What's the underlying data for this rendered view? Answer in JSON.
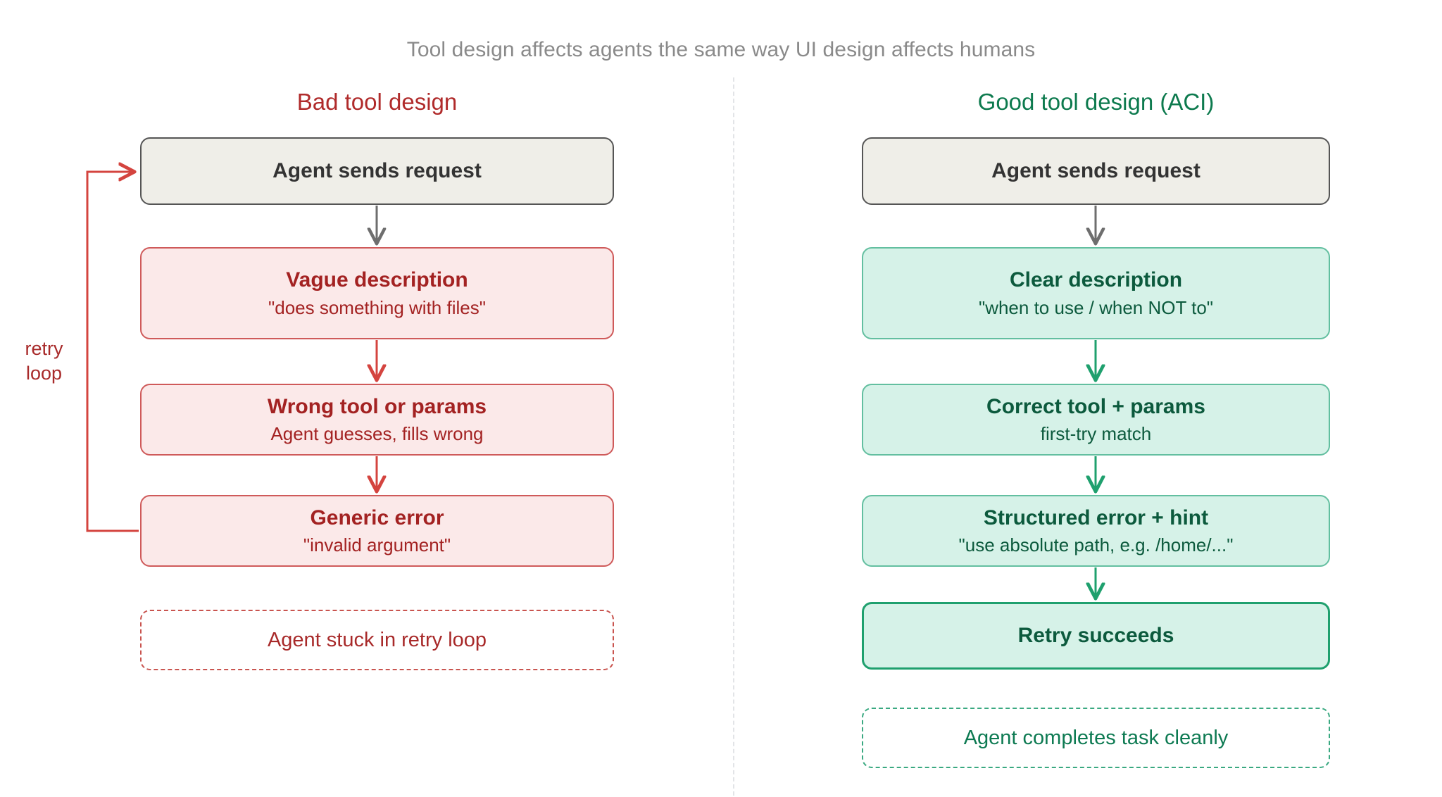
{
  "title": "Tool design affects agents the same way UI design affects humans",
  "divider": {
    "style": "dashed-vertical"
  },
  "colors": {
    "title_text": "#8a8a8a",
    "bad_accent": "#b02b2b",
    "good_accent": "#0d7a4e",
    "neutral_fill": "#efeee8",
    "neutral_border": "#555555",
    "bad_fill": "#fbe9e9",
    "bad_border": "#cf5a5a",
    "bad_text": "#a32222",
    "good_fill": "#d6f2e8",
    "good_border": "#63bfa0",
    "good_text": "#0c5a3d",
    "good_strong_border": "#1fa06e",
    "arrow_gray": "#6e6e6e",
    "arrow_red": "#d4443f",
    "arrow_green": "#1fa06e",
    "divider": "#e2e4e7"
  },
  "columns": {
    "bad": {
      "header": "Bad tool design",
      "nodes": [
        {
          "title": "Agent sends request",
          "sub": ""
        },
        {
          "title": "Vague description",
          "sub": "\"does something with files\""
        },
        {
          "title": "Wrong tool or params",
          "sub": "Agent guesses, fills wrong"
        },
        {
          "title": "Generic error",
          "sub": "\"invalid argument\""
        }
      ],
      "outcome": "Agent stuck in retry loop",
      "loop_label_line1": "retry",
      "loop_label_line2": "loop"
    },
    "good": {
      "header": "Good tool design (ACI)",
      "nodes": [
        {
          "title": "Agent sends request",
          "sub": ""
        },
        {
          "title": "Clear description",
          "sub": "\"when to use / when NOT to\""
        },
        {
          "title": "Correct tool + params",
          "sub": "first-try match"
        },
        {
          "title": "Structured error + hint",
          "sub": "\"use absolute path, e.g. /home/...\""
        },
        {
          "title": "Retry succeeds",
          "sub": ""
        }
      ],
      "outcome": "Agent completes task cleanly"
    }
  }
}
